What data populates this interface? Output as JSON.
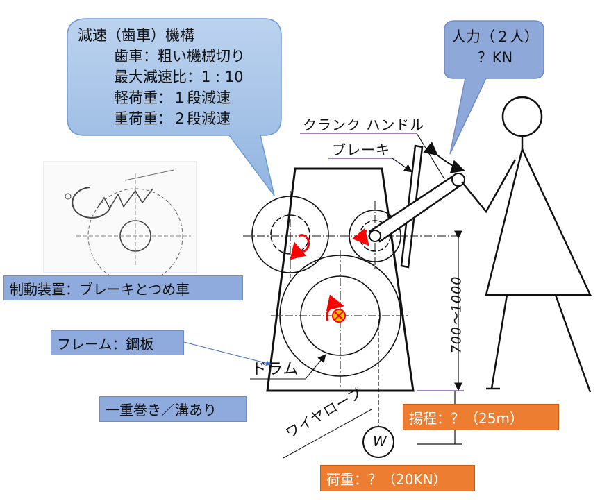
{
  "callout_reduction": {
    "title": "減速（歯車）機構",
    "lines": [
      "歯車：粗い機械切り",
      "最大減速比：1 : 10",
      "軽荷重：１段減速",
      "重荷重：２段減速"
    ]
  },
  "callout_human": {
    "line1": "人力（２人）",
    "line2": "？KN"
  },
  "labels": {
    "crank": "クランク ハンドル",
    "brake": "ブレーキ",
    "drum": "ドラム",
    "wire": "ワイヤロープ",
    "dimension": "700～1000",
    "weight": "W"
  },
  "boxes": {
    "braking": "制動装置：ブレーキとつめ車",
    "frame": "フレーム：鋼板",
    "winding": "一重巻き／溝あり",
    "lift": "揚程：？（25m）",
    "load": "荷重：？（20KN）"
  },
  "colors": {
    "callout": "#a7c2e6",
    "box_blue": "#8faadc",
    "box_orange": "#ed7d31",
    "rotation_arrow": "#ff0000"
  }
}
